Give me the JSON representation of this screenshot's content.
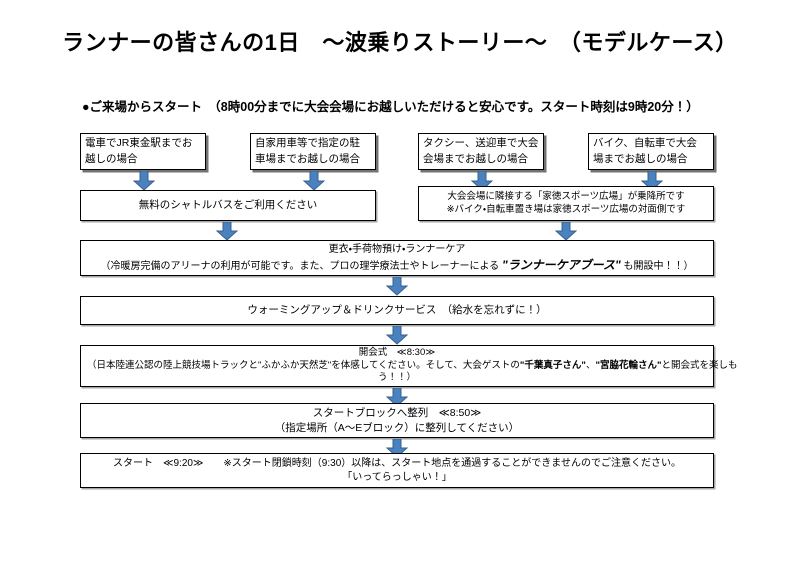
{
  "title": "ランナーの皆さんの1日　〜波乗りストーリー〜　（モデルケース）",
  "lead": "●ご来場からスタート　（8時00分までに大会会場にお越しいただけると安心です。スタート時刻は9時20分！）",
  "colors": {
    "arrow_fill": "#4A81BF",
    "arrow_stroke": "#37618E",
    "box_border": "#000000",
    "background": "#FFFFFF"
  },
  "arrival_options": [
    {
      "id": "train",
      "line1": "電車でJR東金駅までお",
      "line2": "越しの場合"
    },
    {
      "id": "car",
      "line1": "自家用車等で指定の駐",
      "line2": "車場までお越しの場合"
    },
    {
      "id": "taxi",
      "line1": "タクシー、送迎車で大会",
      "line2": "会場までお越しの場合"
    },
    {
      "id": "bike",
      "line1": "バイク、自転車で大会",
      "line2": "場までお越しの場合"
    }
  ],
  "second_row": {
    "shuttle": {
      "line1": "無料のシャトルバスをご利用ください"
    },
    "dropoff": {
      "line1": "大会会場に隣接する「家徳スポーツ広場」が乗降所です",
      "line2": "※バイク・自転車置き場は家徳スポーツ広場の対面側です"
    }
  },
  "steps": [
    {
      "id": "care",
      "line1": "更衣・手荷物預け・ランナーケア",
      "line2_a": "（冷暖房完備のアリーナの利用が可能です。また、プロの理学療法士やトレーナーによる ",
      "line2_em": "\"ランナーケアブース\"",
      "line2_b": " も開設中！！）"
    },
    {
      "id": "warmup",
      "line1": "ウォーミングアップ＆ドリンクサービス　（給水を忘れずに！）"
    },
    {
      "id": "opening",
      "line1": "開会式　≪8:30≫",
      "line2_a": "（日本陸連公認の陸上競技場トラックと\"ふかふか天然芝\"を体感してください。そして、大会ゲストの",
      "line2_em1": "\"千葉真子さん\"",
      "line2_mid": "、",
      "line2_em2": "\"宮脇花輪さん\"",
      "line2_b": "と開会式を楽しも",
      "line3": "う！！）"
    },
    {
      "id": "block",
      "line1": "スタートブロックへ整列　≪8:50≫",
      "line2": "（指定場所（A〜Eブロック）に整列してください）"
    },
    {
      "id": "start",
      "line1": "スタート　≪9:20≫　　※スタート閉鎖時刻（9:30）以降は、スタート地点を通過することができませんのでご注意ください。",
      "line2": "「いってらっしゃい！」"
    }
  ]
}
